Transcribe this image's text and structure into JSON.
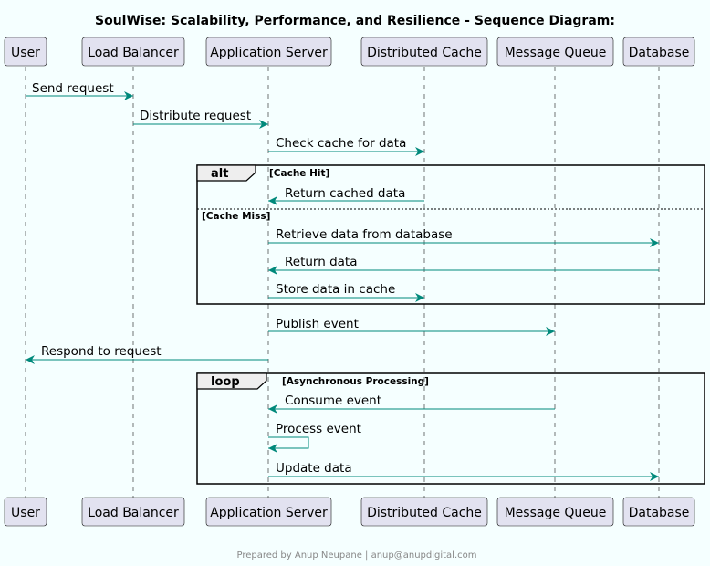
{
  "title": "SoulWise: Scalability, Performance, and Resilience - Sequence Diagram:",
  "participants": {
    "user": "User",
    "load_balancer": "Load Balancer",
    "app_server": "Application Server",
    "cache": "Distributed Cache",
    "queue": "Message Queue",
    "database": "Database"
  },
  "messages": {
    "send_request": "Send request",
    "distribute_request": "Distribute request",
    "check_cache": "Check cache for data",
    "return_cached": "Return cached data",
    "retrieve_db": "Retrieve data from database",
    "return_data": "Return data",
    "store_cache": "Store data in cache",
    "publish_event": "Publish event",
    "respond": "Respond to request",
    "consume_event": "Consume event",
    "process_event": "Process event",
    "update_data": "Update data"
  },
  "fragments": {
    "alt_keyword": "alt",
    "alt_guard_hit": "[Cache Hit]",
    "alt_guard_miss": "[Cache Miss]",
    "loop_keyword": "loop",
    "loop_guard": "[Asynchronous Processing]"
  },
  "footer": "Prepared by Anup Neupane | anup@anupdigital.com",
  "colors": {
    "background": "#f5ffff",
    "participant_fill": "#e2e2f0",
    "participant_border": "#181818",
    "arrow": "#00897b",
    "lifeline": "#181818"
  }
}
